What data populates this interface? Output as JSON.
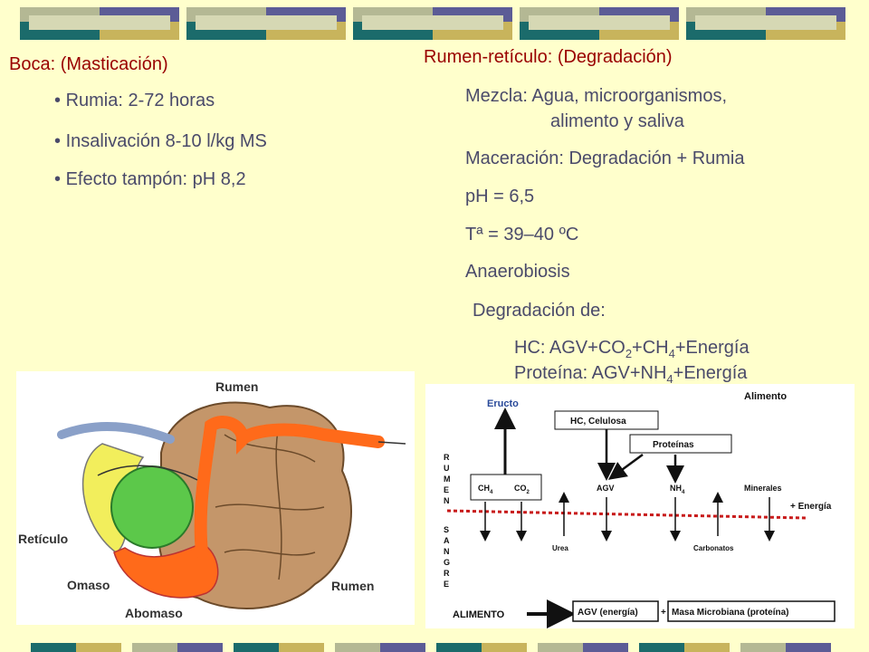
{
  "colors": {
    "bg": "#ffffcc",
    "teal": "#1b6b6b",
    "purple": "#5c5c96",
    "olive": "#c8b45c",
    "sage": "#b4b894",
    "text": "#4a4a6a",
    "heading": "#990000"
  },
  "left": {
    "heading": "Boca: (Masticación)",
    "bullets": [
      "Rumia: 2-72 horas",
      "Insalivación  8-10 l/kg MS",
      "Efecto tampón: pH 8,2"
    ]
  },
  "right": {
    "heading": "Rumen-retículo: (Degradación)",
    "mezcla_1": "Mezcla: Agua, microorganismos,",
    "mezcla_2": "alimento y saliva",
    "maceracion": "Maceración: Degradación + Rumia",
    "ph": "pH = 6,5",
    "temp": "Tª = 39–40 ºC",
    "anaerobiosis": "Anaerobiosis",
    "degradacion": "Degradación de:",
    "hc": {
      "a": "HC:  AGV+CO",
      "s1": "2",
      "b": "+CH",
      "s2": "4",
      "c": "+Energía"
    },
    "prot": {
      "a": "Proteína:  AGV+NH",
      "s1": "4",
      "c": "+Energía"
    }
  },
  "stomach": {
    "rumen_top": "Rumen",
    "reticulo": "Retículo",
    "omaso": "Omaso",
    "abomaso": "Abomaso",
    "rumen_bottom": "Rumen"
  },
  "diagram": {
    "eructo": "Eructo",
    "alimento": "Alimento",
    "hc_celulosa": "HC, Celulosa",
    "proteinas": "Proteínas",
    "rumen_letters": [
      "R",
      "U",
      "M",
      "E",
      "N"
    ],
    "sangre_letters": [
      "S",
      "A",
      "N",
      "G",
      "R",
      "E"
    ],
    "ch": "CH",
    "ch_sub": "4",
    "co": "CO",
    "co_sub": "2",
    "agv": "AGV",
    "nh": "NH",
    "nh_sub": "4",
    "minerales": "Minerales",
    "energia": "+ Energía",
    "urea": "Urea",
    "carbonatos": "Carbonatos",
    "alimento_bottom": "ALIMENTO",
    "agv_energia": "AGV (energía)",
    "plus": "+",
    "masa": "Masa Microbiana (proteína)"
  }
}
